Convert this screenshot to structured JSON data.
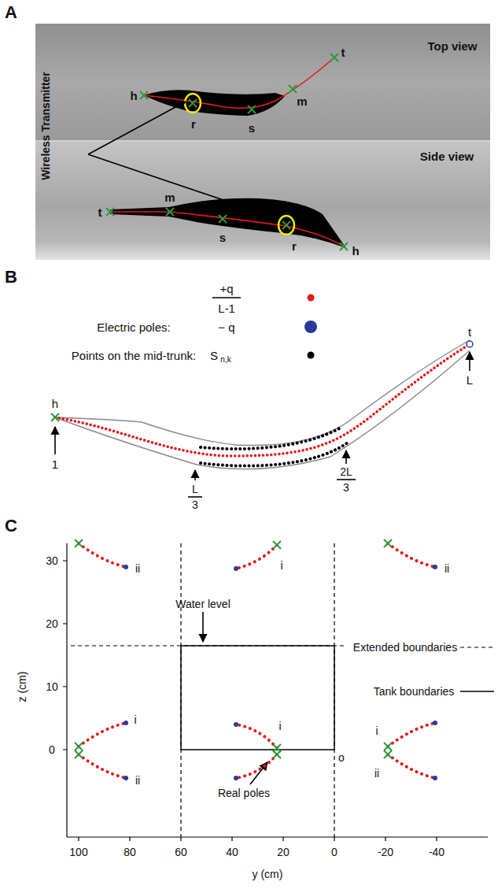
{
  "diagram": {
    "labels": [
      "A",
      "Top view",
      "Side view",
      "Wireless Transmitter",
      "h",
      "r",
      "s",
      "m",
      "t",
      "t",
      "m",
      "s",
      "r",
      "h",
      "B",
      "Electric poles:",
      "+q",
      "L-1",
      "− q",
      "Points on the mid-trunk:",
      "S",
      "n,k",
      "t",
      "L",
      "h",
      "1",
      "L",
      "3",
      "2L",
      "3",
      "C",
      "Water level",
      "Real poles",
      "o",
      "30",
      "20",
      "10",
      "0",
      "z (cm)",
      "100",
      "80",
      "60",
      "40",
      "20",
      "0",
      "-20",
      "-40",
      "y (cm)",
      "ii",
      "i",
      "ii",
      "i",
      "ii",
      "i",
      "i",
      "ii"
    ],
    "legend": [
      {
        "text": "Extended boundaries"
      },
      {
        "text": "Tank boundaries"
      }
    ]
  }
}
